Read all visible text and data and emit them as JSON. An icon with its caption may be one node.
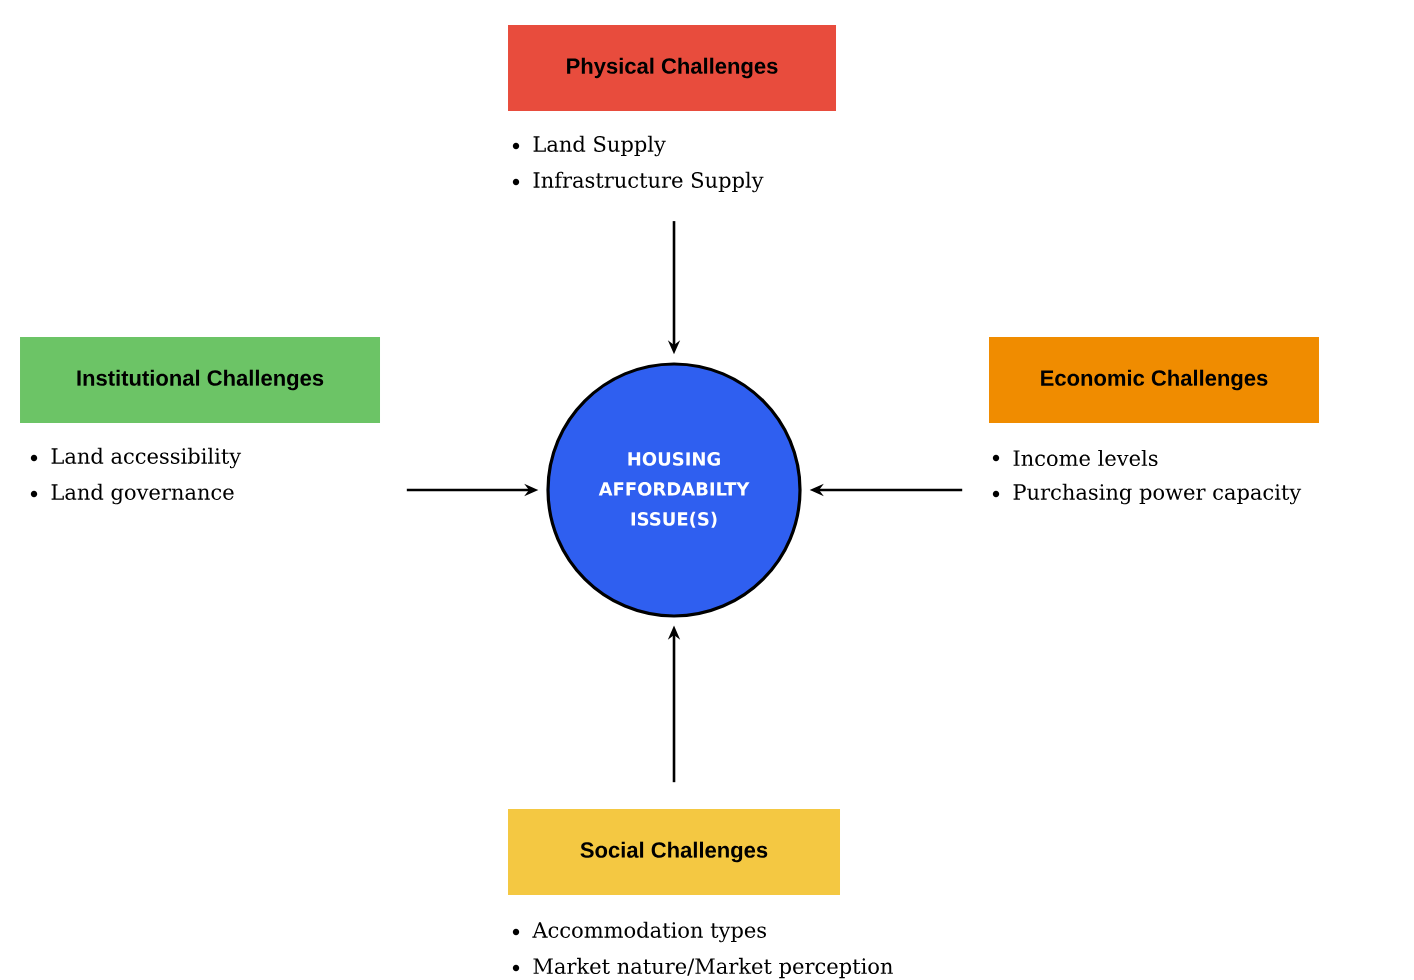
{
  "diagram": {
    "nodes": [
      {
        "text": [
          "Physical Challenges",
          "Land Supply",
          "Infrastructure Supply"
        ]
      },
      {
        "text": [
          "Institutional Challenges",
          "Land accessibility",
          "Land governance"
        ]
      },
      {
        "text": [
          "HOUSING AFFORDABILTY ISSUE(S)"
        ]
      },
      {
        "text": [
          "Economic Challenges",
          "Income levels",
          "Purchasing power capacity"
        ]
      },
      {
        "text": [
          "Social Challenges",
          "Accommodation types",
          "Market nature/Market perception"
        ]
      }
    ],
    "edges": [
      {
        "from": 0,
        "to": 2,
        "arrow": "to"
      },
      {
        "from": 1,
        "to": 2,
        "arrow": "to"
      },
      {
        "from": 3,
        "to": 2,
        "arrow": "to"
      },
      {
        "from": 4,
        "to": 2,
        "arrow": "to"
      }
    ]
  }
}
